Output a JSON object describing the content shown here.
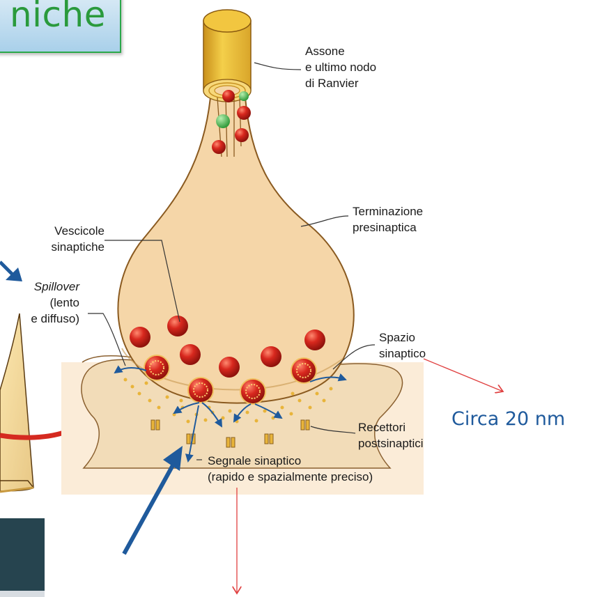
{
  "title": {
    "text": "niche"
  },
  "labels": {
    "axon_line1": "Assone",
    "axon_line2": "e ultimo nodo",
    "axon_line3": "di Ranvier",
    "terminal_line1": "Terminazione",
    "terminal_line2": "presinaptica",
    "vesicles_line1": "Vescicole",
    "vesicles_line2": "sinaptiche",
    "spillover": "Spillover",
    "spillover_line2": "(lento",
    "spillover_line3": "e diffuso)",
    "cleft_line1": "Spazio",
    "cleft_line2": "sinaptico",
    "receptors_line1": "Recettori",
    "receptors_line2": "postsinaptici",
    "signal_line1": "Segnale sinaptico",
    "signal_line2": "(rapido e spazialmente preciso)"
  },
  "annotation": {
    "cleft_width": "Circa 20 nm"
  },
  "colors": {
    "title_text": "#2a9a3c",
    "title_border": "#2aa84a",
    "annotation_blue": "#1f5a9c",
    "terminal_fill": "#f5d6a8",
    "vesicle_red": "#d42a20",
    "axon_yellow": "#e8bf3a",
    "red_arrow": "#e04040"
  }
}
